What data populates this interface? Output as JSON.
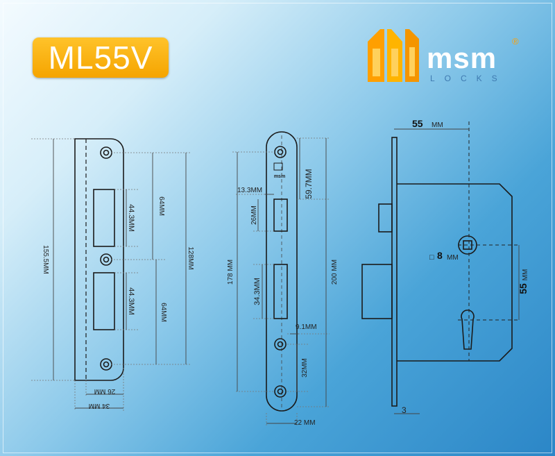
{
  "model": "ML55V",
  "brand": {
    "name": "msm",
    "subtitle": "LOCKS",
    "registered": "®"
  },
  "strike_plate": {
    "height": "155.5MM",
    "slot_spacing_1": "128MM",
    "slot_spacing_2": "64MM",
    "slot_spacing_3": "64MM",
    "slot_height_1": "44.3MM",
    "slot_height_2": "44.3MM",
    "width_inner": "26 MM",
    "width_outer": "34 MM"
  },
  "faceplate": {
    "height_total": "200 MM",
    "height_178": "178 MM",
    "top_to_latch": "59.7MM",
    "latch_offset": "13.3MM",
    "latch_height": "26MM",
    "bolt_height": "34.3MM",
    "bolt_offset": "9.1MM",
    "screw_spacing": "32MM",
    "width": "22 MM",
    "logo_text": "msm"
  },
  "lock_body": {
    "backset_value": "55",
    "backset_unit": "MM",
    "spindle_prefix": "□",
    "spindle_value": "8",
    "spindle_unit": "MM",
    "center_distance_value": "55",
    "center_distance_unit": "MM",
    "faceplate_thickness": "3"
  },
  "colors": {
    "orange": "#f5a400",
    "line": "#1a1a1a",
    "logo_text": "#ffffff"
  }
}
